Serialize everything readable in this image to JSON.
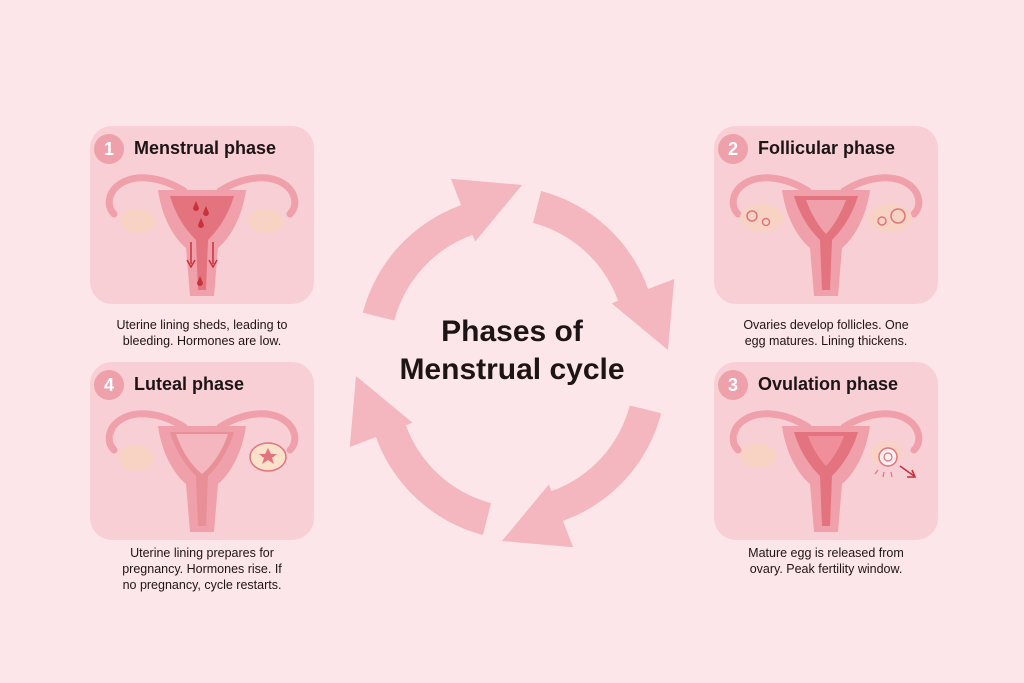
{
  "title": {
    "line1": "Phases of",
    "line2": "Menstrual cycle"
  },
  "colors": {
    "background": "#fde6e9",
    "card": "#f9cfd6",
    "arrow": "#f4b6bf",
    "badge": "#eea1ab",
    "uterus": "#f0a0aa",
    "lining": "#e3737e",
    "blood": "#c8323a",
    "ovary": "#f8d3c4",
    "text": "#1d1416"
  },
  "phases": [
    {
      "number": "1",
      "name": "Menstrual phase",
      "description_lines": [
        "Uterine lining sheds, leading to",
        "bleeding. Hormones are low."
      ],
      "icon": "uterus-bleeding-icon"
    },
    {
      "number": "2",
      "name": "Follicular phase",
      "description_lines": [
        "Ovaries develop follicles. One",
        "egg matures. Lining thickens."
      ],
      "icon": "uterus-follicles-icon"
    },
    {
      "number": "3",
      "name": "Ovulation phase",
      "description_lines": [
        "Mature egg is released from",
        "ovary. Peak fertility window."
      ],
      "icon": "uterus-egg-release-icon"
    },
    {
      "number": "4",
      "name": "Luteal phase",
      "description_lines": [
        "Uterine lining prepares for",
        "pregnancy. Hormones rise. If",
        "no pregnancy, cycle restarts."
      ],
      "icon": "uterus-corpus-luteum-icon"
    }
  ]
}
